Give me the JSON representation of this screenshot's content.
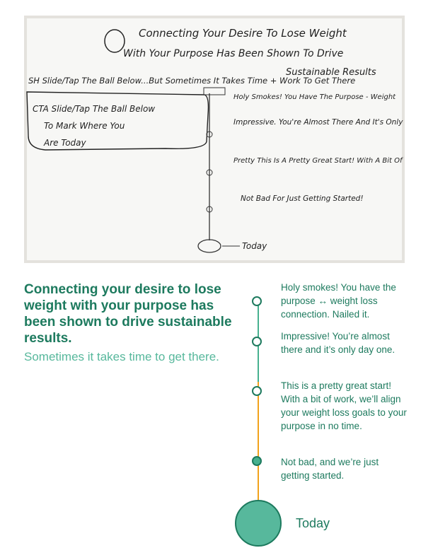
{
  "photo": {
    "alt": "Handwritten sketch of the timeline concept",
    "title_line1": "Connecting Your Desire To Lose Weight",
    "title_line2": "With Your Purpose Has Been Shown To Drive",
    "title_line3": "Sustainable Results",
    "subhead": "SH  Slide/Tap The Ball Below...But Sometimes It Takes Time + Work To Get There",
    "cta_line1": "CTA  Slide/Tap The Ball Below",
    "cta_line2": "To Mark Where You",
    "cta_line3": "Are Today",
    "note1": "Holy Smokes! You Have The Purpose - Weight",
    "note2": "Impressive. You're Almost There And It's Only Day One.",
    "note3": "Pretty This Is A Pretty Great Start! With A Bit Of Work...",
    "note4": "Not Bad For Just Getting Started!",
    "today": "Today"
  },
  "headline": "Connecting your desire to lose weight with your purpose has been shown to drive sustainable results.",
  "subline": "Sometimes it takes time to get there.",
  "steps": [
    {
      "text": "Holy smokes! You have the purpose ↔ weight loss connection. Nailed it."
    },
    {
      "text": "Impressive! You’re almost there and it’s only day one."
    },
    {
      "text": "This is a pretty great start! With a bit of work, we’ll align your weight loss goals to your purpose in no time."
    },
    {
      "text": "Not bad, and we’re just getting started."
    }
  ],
  "today_label": "Today",
  "colors": {
    "dark_green": "#1d7a5e",
    "mid_green": "#46b08f",
    "light_green": "#57b89c",
    "orange": "#f2a21b"
  }
}
